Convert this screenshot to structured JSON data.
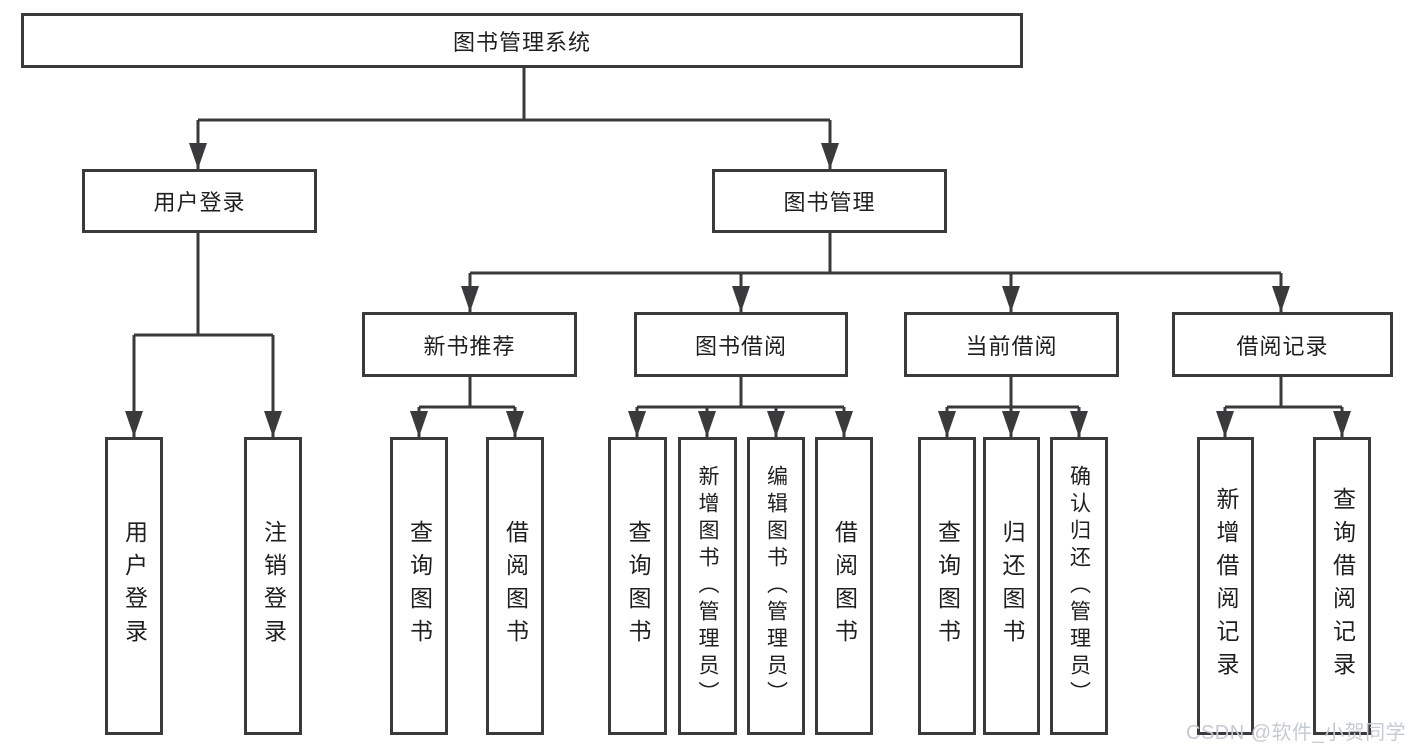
{
  "diagram": {
    "title": "图书管理系统",
    "level2": {
      "user_login": "用户登录",
      "book_mgmt": "图书管理"
    },
    "level3": {
      "new_book_rec": "新书推荐",
      "book_borrow": "图书借阅",
      "current_borrow": "当前借阅",
      "borrow_record": "借阅记录"
    },
    "leaves": {
      "a1": "用户登录",
      "a2": "注销登录",
      "b1": "查询图书",
      "b2": "借阅图书",
      "c1": "查询图书",
      "c2": "新增图书（管理员）",
      "c3": "编辑图书（管理员）",
      "c4": "借阅图书",
      "d1": "查询图书",
      "d2": "归还图书",
      "d3": "确认归还（管理员）",
      "e1": "新增借阅记录",
      "e2": "查询借阅记录"
    }
  },
  "watermark": "CSDN @软件_小贺同学",
  "colors": {
    "line": "#3a3a3c",
    "text": "#1f1f1f",
    "watermark_text": "#c6cbd3",
    "background": "#ffffff"
  }
}
